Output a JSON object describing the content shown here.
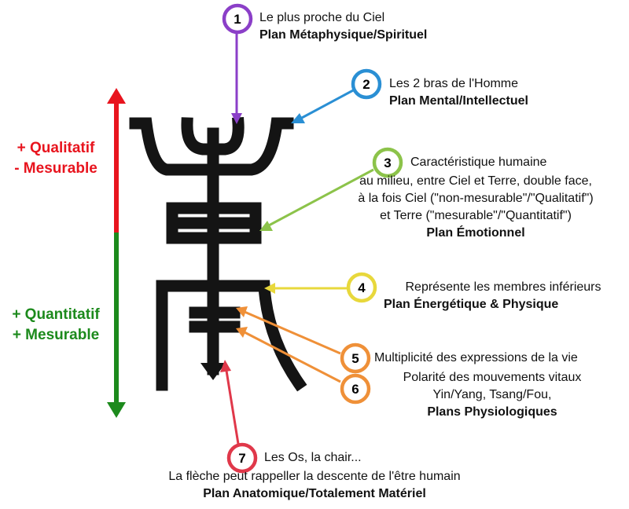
{
  "colors": {
    "glyph": "#141414",
    "qual": "#e8141e",
    "quant": "#1c8a1c",
    "c1": "#8b3fc8",
    "c2": "#2a8fd4",
    "c3": "#8cc34a",
    "c4": "#e8d83c",
    "c5": "#ef9038",
    "c6": "#ef9038",
    "c7": "#e0384a"
  },
  "side": {
    "qual_line1": "+ Qualitatif",
    "qual_line2": "- Mesurable",
    "quant_line1": "+ Quantitatif",
    "quant_line2": "+ Mesurable"
  },
  "markers": [
    "1",
    "2",
    "3",
    "4",
    "5",
    "6",
    "7"
  ],
  "labels": {
    "l1": {
      "line1": "Le plus proche du Ciel",
      "title": "Plan Métaphysique/Spirituel"
    },
    "l2": {
      "line1": "Les 2 bras de l'Homme",
      "title": "Plan Mental/Intellectuel"
    },
    "l3": {
      "line1": "Caractéristique humaine",
      "line2": "au milieu, entre Ciel et Terre, double face,",
      "line3": "à la fois Ciel (\"non-mesurable\"/\"Qualitatif\")",
      "line4": "et Terre (\"mesurable\"/\"Quantitatif\")",
      "title": "Plan Émotionnel"
    },
    "l4": {
      "line1": "Représente les membres inférieurs",
      "title": "Plan Énergétique & Physique"
    },
    "l56": {
      "line1": "Multiplicité des expressions de la vie",
      "line2": "Polarité des mouvements vitaux",
      "line3": "Yin/Yang, Tsang/Fou,",
      "title": "Plans Physiologiques"
    },
    "l7": {
      "line1": "Les Os, la chair...",
      "line2": "La flèche peut rappeller la descente de l'être humain",
      "title": "Plan Anatomique/Totalement Matériel"
    }
  }
}
